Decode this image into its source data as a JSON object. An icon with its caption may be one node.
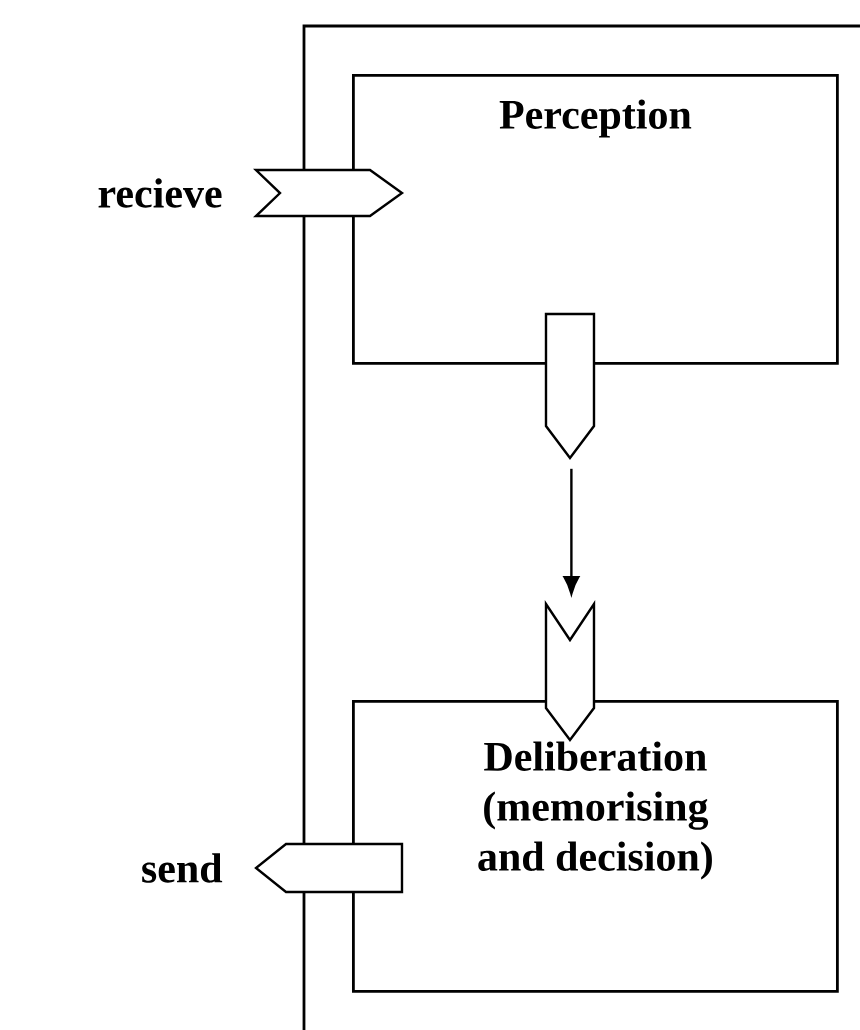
{
  "diagram": {
    "nodes": [
      {
        "text": [],
        "shape": "box"
      },
      {
        "text": [
          "Perception"
        ],
        "in": 0
      },
      {
        "text": [
          "Deliberation (memorising and decision)"
        ],
        "in": 0
      },
      {
        "text": [],
        "shape": "chevron",
        "beside": [
          "recieve"
        ]
      },
      {
        "text": [],
        "shape": "pentagon",
        "in": 0
      },
      {
        "text": [],
        "shape": "chevron",
        "in": 0
      },
      {
        "text": [],
        "shape": "pentagon",
        "beside": [
          "send"
        ]
      }
    ],
    "edges": [
      {
        "from": 4,
        "to": 5,
        "arrow": "to"
      }
    ]
  }
}
